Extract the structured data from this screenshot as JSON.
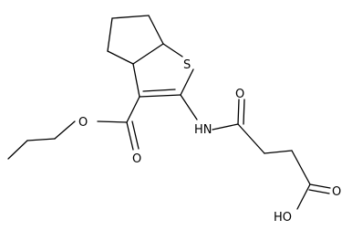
{
  "molecule": {
    "atom_labels": {
      "sulfur": "S",
      "amide_nitrogen": "HN",
      "amide_oxygen": "O",
      "ester_carbonyl_oxygen": "O",
      "ester_alkoxy_oxygen": "O",
      "acid_carbonyl_oxygen": "O",
      "acid_hydroxyl": "HO"
    },
    "colors": {
      "bond": "#000000",
      "label": "#000000",
      "background": "#ffffff"
    }
  }
}
